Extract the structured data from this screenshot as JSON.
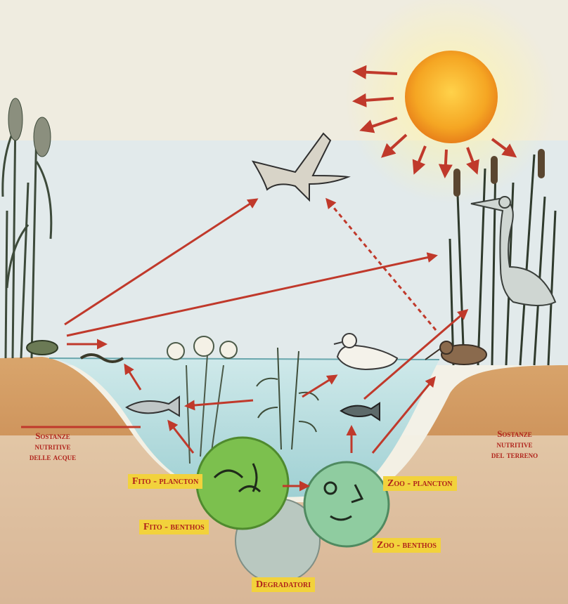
{
  "labels": {
    "water_nutrients": [
      "Sostanze",
      "nutritive",
      "delle acque"
    ],
    "soil_nutrients": [
      "Sostanze",
      "nutritive",
      "del terreno"
    ],
    "phytoplankton": "Fito - plancton",
    "phytobenthos": "Fito - benthos",
    "zooplankton": "Zoo - plancton",
    "zoobenthos": "Zoo - benthos",
    "decomposers": "Degradatori"
  },
  "organisms": [
    "sun",
    "bird-of-prey",
    "heron",
    "duck",
    "sandpiper",
    "fish",
    "small-fish",
    "frog",
    "water-snake",
    "water-lily",
    "submerged-plant",
    "reeds",
    "phytoplankton-cell",
    "zooplankton-cell",
    "decomposer-mass"
  ],
  "colors": {
    "arrow": "#c0392b",
    "sun": "#f39a1e",
    "sky": "#dbe9ee",
    "water": "#b8dde0",
    "soil": "#c88a4e",
    "label_bg": "#f2d23c",
    "label_text": "#b0231b",
    "phyto": "#7cc04e",
    "zoo": "#8fcca0"
  }
}
